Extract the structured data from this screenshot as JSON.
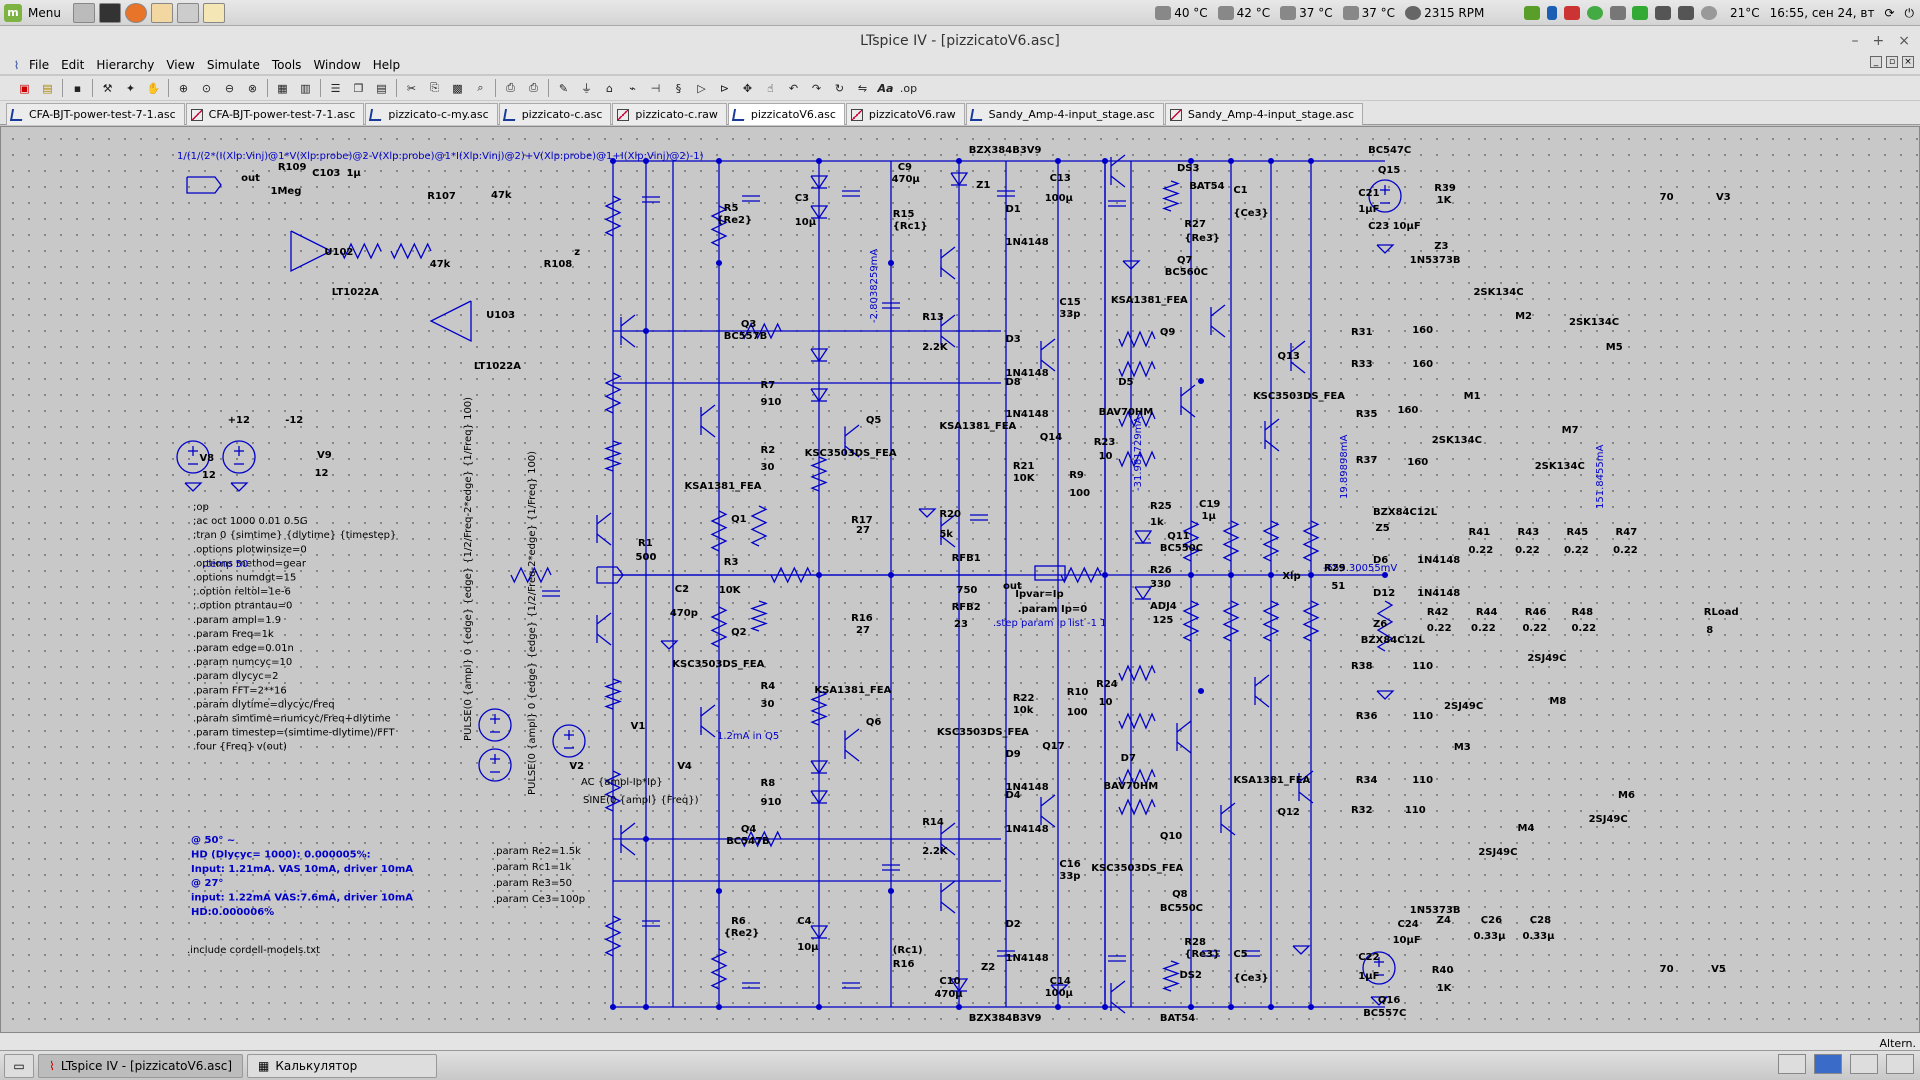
{
  "system_panel": {
    "menu_label": "Menu",
    "temps": [
      "40 °C",
      "42 °C",
      "37 °C",
      "37 °C"
    ],
    "fan": "2315 RPM",
    "weather": "21°C",
    "clock": "16:55, сен 24, вт"
  },
  "window": {
    "title": "LTspice IV - [pizzicatoV6.asc]"
  },
  "menubar": [
    "File",
    "Edit",
    "Hierarchy",
    "View",
    "Simulate",
    "Tools",
    "Window",
    "Help"
  ],
  "tabs": [
    {
      "label": "CFA-BJT-power-test-7-1.asc",
      "kind": "sch"
    },
    {
      "label": "CFA-BJT-power-test-7-1.asc",
      "kind": "raw"
    },
    {
      "label": "pizzicato-c-my.asc",
      "kind": "sch"
    },
    {
      "label": "pizzicato-c.asc",
      "kind": "sch"
    },
    {
      "label": "pizzicato-c.raw",
      "kind": "raw"
    },
    {
      "label": "pizzicatoV6.asc",
      "kind": "sch",
      "active": true
    },
    {
      "label": "pizzicatoV6.raw",
      "kind": "raw"
    },
    {
      "label": "Sandy_Amp-4-input_stage.asc",
      "kind": "sch"
    },
    {
      "label": "Sandy_Amp-4-input_stage.asc",
      "kind": "raw"
    }
  ],
  "schematic": {
    "formula": "1/(1/(2*(I(Xlp:Vinj)@1*V(Xlp:probe)@2-V(Xlp:probe)@1*I(Xlp:Vinj)@2)+V(Xlp:probe)@1+I(Xlp:Vinj)@2)-1)",
    "directives": [
      ";op",
      ";ac oct 1000 0.01 0.5G",
      ";tran 0 {simtime} {dlytime} {timestep}",
      ".options plotwinsize=0",
      ".options method=gear",
      ".options numdgt=15",
      ";.option reltol=1e-6",
      ";.option ptrantau=0",
      ".param ampl=1.9",
      ".param Freq=1k",
      ".param edge=0.01n",
      ".param numcyc=10",
      ".param dlycyc=2",
      ".param FFT=2**16",
      ".param dlytime=dlycyc/Freq",
      ".param simtime=numcyc/Freq+dlytime",
      ".param timestep=(simtime-dlytime)/FFT",
      ".four {Freq} v(out)"
    ],
    "temp": ".temp 50",
    "notes": [
      "@ 50° ~",
      "HD (Dlycyc= 1000): 0.000005%:",
      " Input: 1.21mA. VAS 10mA, driver 10mA",
      "@ 27°",
      "input: 1.22mA  VAS:7.6mA, driver 10mA",
      "HD:0.000006%"
    ],
    "include": ".include cordell-models.txt",
    "params": [
      ".param Re2=1.5k",
      ".param Rc1=1k",
      ".param Re3=50",
      ".param Ce3=100p"
    ],
    "pulse1": "PULSE(0 {ampl} 0 {edge} {edge} {1/2/Freq-2*edge} {1/Freq} 100)",
    "pulse2": "PULSE(0 {ampl} 0 {edge} {edge} {1/2/Freq-2*edge} {1/Freq} 100)",
    "ac_src": "AC {ampl-Ip*Ip}",
    "sine_src": "SINE(0 {ampl} {Freq})",
    "step": ".step param Ip list -1 1",
    "current_note": "1.2mA in Q5",
    "probe_voltage": "-655.30055mV",
    "cur_labels": [
      "-2.8038259mA",
      "-31.981729mA",
      "19.89898mA",
      "151.8455mA"
    ],
    "labels": [
      [
        "R109",
        226,
        165
      ],
      [
        "1Meg",
        220,
        189
      ],
      [
        "C103",
        254,
        171
      ],
      [
        "1µ",
        282,
        171
      ],
      [
        "out",
        196,
        176
      ],
      [
        "U102",
        264,
        250
      ],
      [
        "LT1022A",
        270,
        290
      ],
      [
        "R107",
        348,
        194
      ],
      [
        "47k",
        350,
        262
      ],
      [
        "47k",
        400,
        193
      ],
      [
        "R108",
        443,
        262
      ],
      [
        "z",
        468,
        250
      ],
      [
        "U103",
        396,
        313
      ],
      [
        "LT1022A",
        386,
        364
      ],
      [
        "V8",
        162,
        456
      ],
      [
        "12",
        164,
        473
      ],
      [
        "V9",
        258,
        453
      ],
      [
        "12",
        256,
        471
      ],
      [
        "+12",
        185,
        418
      ],
      [
        "-12",
        232,
        418
      ],
      [
        "R5",
        590,
        206
      ],
      [
        "{Re2}",
        584,
        218
      ],
      [
        "C3",
        648,
        196
      ],
      [
        "10µ",
        648,
        220
      ],
      [
        "C9",
        732,
        165
      ],
      [
        "470µ",
        727,
        177
      ],
      [
        "R15",
        728,
        212
      ],
      [
        "{Rc1}",
        728,
        224
      ],
      [
        "BZX384B3V9",
        790,
        148
      ],
      [
        "Z1",
        796,
        183
      ],
      [
        "C13",
        856,
        176
      ],
      [
        "100µ",
        852,
        196
      ],
      [
        "D1",
        820,
        207
      ],
      [
        "1N4148",
        820,
        240
      ],
      [
        "DS3",
        960,
        166
      ],
      [
        "BAT54",
        970,
        184
      ],
      [
        "C1",
        1006,
        188
      ],
      [
        "{Ce3}",
        1006,
        211
      ],
      [
        "R27",
        966,
        222
      ],
      [
        "{Re3}",
        966,
        236
      ],
      [
        "Q7",
        960,
        258
      ],
      [
        "BC560C",
        950,
        270
      ],
      [
        "BC547C",
        1116,
        148
      ],
      [
        "Q15",
        1124,
        168
      ],
      [
        "C21",
        1108,
        191
      ],
      [
        "1µF",
        1108,
        207
      ],
      [
        "R39",
        1170,
        186
      ],
      [
        "1K",
        1172,
        198
      ],
      [
        "C23",
        1116,
        224
      ],
      [
        "10µF",
        1136,
        224
      ],
      [
        "Z3",
        1170,
        244
      ],
      [
        "1N5373B",
        1150,
        258
      ],
      [
        "V3",
        1400,
        195
      ],
      [
        "70",
        1354,
        195
      ],
      [
        "Q3",
        604,
        322
      ],
      [
        "BC557B",
        590,
        334
      ],
      [
        "R13",
        752,
        315
      ],
      [
        "2.2K",
        752,
        345
      ],
      [
        "C15",
        864,
        300
      ],
      [
        "33p",
        864,
        312
      ],
      [
        "KSA1381_FEA",
        906,
        298
      ],
      [
        "Q9",
        946,
        330
      ],
      [
        "D3",
        820,
        337
      ],
      [
        "1N4148",
        820,
        371
      ],
      [
        "2SK134C",
        1202,
        290
      ],
      [
        "M2",
        1236,
        314
      ],
      [
        "2SK134C",
        1280,
        320
      ],
      [
        "M5",
        1310,
        345
      ],
      [
        "R31",
        1102,
        330
      ],
      [
        "160",
        1152,
        328
      ],
      [
        "R33",
        1102,
        362
      ],
      [
        "160",
        1152,
        362
      ],
      [
        "Q13",
        1042,
        354
      ],
      [
        "KSC3503DS_FEA",
        1022,
        394
      ],
      [
        "R7",
        620,
        383
      ],
      [
        "910",
        620,
        400
      ],
      [
        "D8",
        820,
        380
      ],
      [
        "1N4148",
        820,
        412
      ],
      [
        "D5",
        912,
        380
      ],
      [
        "BAV70HM",
        896,
        410
      ],
      [
        "R35",
        1106,
        412
      ],
      [
        "160",
        1140,
        408
      ],
      [
        "M1",
        1194,
        394
      ],
      [
        "2SK134C",
        1168,
        438
      ],
      [
        "M7",
        1274,
        428
      ],
      [
        "2SK134C",
        1252,
        464
      ],
      [
        "R37",
        1106,
        458
      ],
      [
        "160",
        1148,
        460
      ],
      [
        "Q5",
        706,
        418
      ],
      [
        "KSC3503DS_FEA",
        656,
        451
      ],
      [
        "KSA1381_FEA",
        766,
        424
      ],
      [
        "Q14",
        848,
        435
      ],
      [
        "R23",
        892,
        440
      ],
      [
        "10",
        896,
        454
      ],
      [
        "R2",
        620,
        448
      ],
      [
        "30",
        620,
        465
      ],
      [
        "R21",
        826,
        464
      ],
      [
        "10K",
        826,
        476
      ],
      [
        "R9",
        872,
        473
      ],
      [
        "100",
        872,
        491
      ],
      [
        "KSA1381_FEA",
        558,
        484
      ],
      [
        "Q1",
        596,
        517
      ],
      [
        "R17",
        694,
        518
      ],
      [
        "27",
        698,
        528
      ],
      [
        "R20",
        766,
        512
      ],
      [
        "5k",
        766,
        532
      ],
      [
        "R25",
        938,
        504
      ],
      [
        "1k",
        938,
        520
      ],
      [
        "C19",
        978,
        502
      ],
      [
        "1µ",
        980,
        514
      ],
      [
        "Q11",
        952,
        534
      ],
      [
        "BC550C",
        946,
        546
      ],
      [
        "BZX84C12L",
        1120,
        510
      ],
      [
        "Z5",
        1122,
        526
      ],
      [
        "R41",
        1198,
        530
      ],
      [
        "0.22",
        1198,
        548
      ],
      [
        "R43",
        1238,
        530
      ],
      [
        "0.22",
        1236,
        548
      ],
      [
        "R45",
        1278,
        530
      ],
      [
        "0.22",
        1276,
        548
      ],
      [
        "R47",
        1318,
        530
      ],
      [
        "0.22",
        1316,
        548
      ],
      [
        "R1",
        520,
        541
      ],
      [
        "500",
        518,
        555
      ],
      [
        "R3",
        590,
        560
      ],
      [
        "10K",
        586,
        588
      ],
      [
        "RFB1",
        776,
        556
      ],
      [
        "750",
        780,
        588
      ],
      [
        "D6",
        1120,
        558
      ],
      [
        "1N4148",
        1156,
        558
      ],
      [
        "R29",
        1080,
        566
      ],
      [
        "51",
        1086,
        584
      ],
      [
        "R26",
        938,
        568
      ],
      [
        "330",
        938,
        582
      ],
      [
        "C2",
        550,
        587
      ],
      [
        "470p",
        546,
        611
      ],
      [
        "out",
        818,
        584
      ],
      [
        "Ipvar=Ip",
        828,
        592
      ],
      [
        ".param Ip=0",
        830,
        607
      ],
      [
        "ADJ4",
        938,
        604
      ],
      [
        "125",
        940,
        618
      ],
      [
        "D12",
        1120,
        591
      ],
      [
        "1N4148",
        1156,
        591
      ],
      [
        "R42",
        1164,
        610
      ],
      [
        "0.22",
        1164,
        626
      ],
      [
        "R44",
        1204,
        610
      ],
      [
        "0.22",
        1200,
        626
      ],
      [
        "R46",
        1244,
        610
      ],
      [
        "0.22",
        1242,
        626
      ],
      [
        "R48",
        1282,
        610
      ],
      [
        "0.22",
        1282,
        626
      ],
      [
        "RLoad",
        1390,
        610
      ],
      [
        "8",
        1392,
        628
      ],
      [
        "RFB2",
        776,
        605
      ],
      [
        "23",
        778,
        622
      ],
      [
        "R16",
        694,
        616
      ],
      [
        "27",
        698,
        628
      ],
      [
        "Z6",
        1120,
        622
      ],
      [
        "BZX84C12L",
        1110,
        638
      ],
      [
        "Q2",
        596,
        630
      ],
      [
        "KSC3503DS_FEA",
        548,
        662
      ],
      [
        "R38",
        1102,
        664
      ],
      [
        "110",
        1152,
        664
      ],
      [
        "2SJ49C",
        1246,
        656
      ],
      [
        "M8",
        1264,
        699
      ],
      [
        "R4",
        620,
        684
      ],
      [
        "30",
        620,
        702
      ],
      [
        "KSA1381_FEA",
        664,
        688
      ],
      [
        "R22",
        826,
        696
      ],
      [
        "10k",
        826,
        708
      ],
      [
        "R24",
        894,
        682
      ],
      [
        "10",
        896,
        700
      ],
      [
        "R10",
        870,
        690
      ],
      [
        "100",
        870,
        710
      ],
      [
        "Q6",
        706,
        720
      ],
      [
        "KSC3503DS_FEA",
        764,
        730
      ],
      [
        "Q17",
        850,
        744
      ],
      [
        "D9",
        820,
        752
      ],
      [
        "1N4148",
        820,
        785
      ],
      [
        "D7",
        914,
        756
      ],
      [
        "BAV70HM",
        900,
        784
      ],
      [
        "R36",
        1106,
        714
      ],
      [
        "110",
        1152,
        714
      ],
      [
        "2SJ49C",
        1178,
        704
      ],
      [
        "M3",
        1186,
        745
      ],
      [
        "R8",
        620,
        781
      ],
      [
        "910",
        620,
        800
      ],
      [
        "D4",
        820,
        793
      ],
      [
        "1N4148",
        820,
        827
      ],
      [
        "KSA1381_FEA",
        1006,
        778
      ],
      [
        "R34",
        1106,
        778
      ],
      [
        "110",
        1152,
        778
      ],
      [
        "Q12",
        1042,
        810
      ],
      [
        "M6",
        1320,
        793
      ],
      [
        "2SJ49C",
        1296,
        817
      ],
      [
        "R32",
        1102,
        808
      ],
      [
        "110",
        1146,
        808
      ],
      [
        "M4",
        1238,
        826
      ],
      [
        "2SJ49C",
        1206,
        850
      ],
      [
        "Q4",
        604,
        827
      ],
      [
        "BC547B",
        592,
        839
      ],
      [
        "R14",
        752,
        820
      ],
      [
        "2.2K",
        752,
        849
      ],
      [
        "Q10",
        946,
        834
      ],
      [
        "C16",
        864,
        862
      ],
      [
        "33p",
        864,
        874
      ],
      [
        "KSC3503DS_FEA",
        890,
        866
      ],
      [
        "Q8",
        956,
        892
      ],
      [
        "BC550C",
        946,
        906
      ],
      [
        "R6",
        596,
        919
      ],
      [
        "{Re2}",
        590,
        931
      ],
      [
        "C4",
        650,
        919
      ],
      [
        "10µ",
        650,
        945
      ],
      [
        "1N5373B",
        1150,
        908
      ],
      [
        "Z4",
        1172,
        918
      ],
      [
        "C24",
        1140,
        922
      ],
      [
        "10µF",
        1136,
        938
      ],
      [
        "C26",
        1208,
        918
      ],
      [
        "0.33µ",
        1202,
        934
      ],
      [
        "C28",
        1248,
        918
      ],
      [
        "0.33µ",
        1242,
        934
      ],
      [
        "R28",
        966,
        940
      ],
      [
        "{Re3}",
        966,
        952
      ],
      [
        "C5",
        1006,
        952
      ],
      [
        "{Ce3}",
        1006,
        976
      ],
      [
        "D2",
        820,
        922
      ],
      [
        "1N4148",
        820,
        956
      ],
      [
        "(Rc1)",
        728,
        948
      ],
      [
        "R16",
        728,
        962
      ],
      [
        "C10",
        766,
        979
      ],
      [
        "470µ",
        762,
        992
      ],
      [
        "Z2",
        800,
        965
      ],
      [
        "C14",
        856,
        979
      ],
      [
        "100µ",
        852,
        991
      ],
      [
        "DS2",
        962,
        973
      ],
      [
        "BAT54",
        946,
        1016
      ],
      [
        "BZX384B3V9",
        790,
        1016
      ],
      [
        "C22",
        1108,
        955
      ],
      [
        "1µF",
        1108,
        974
      ],
      [
        "R40",
        1168,
        968
      ],
      [
        "1K",
        1172,
        986
      ],
      [
        "Q16",
        1124,
        998
      ],
      [
        "BC557C",
        1112,
        1011
      ],
      [
        "V5",
        1396,
        967
      ],
      [
        "70",
        1354,
        967
      ],
      [
        "V1",
        514,
        724
      ],
      [
        "V2",
        464,
        764
      ],
      [
        "V4",
        552,
        764
      ],
      [
        "Xlp",
        1046,
        574
      ]
    ]
  },
  "taskbar": {
    "tasks": [
      {
        "label": "LTspice IV - [pizzicatoV6.asc]",
        "active": true
      },
      {
        "label": "Калькулятор",
        "active": false
      }
    ],
    "corner_label": "Altern."
  }
}
